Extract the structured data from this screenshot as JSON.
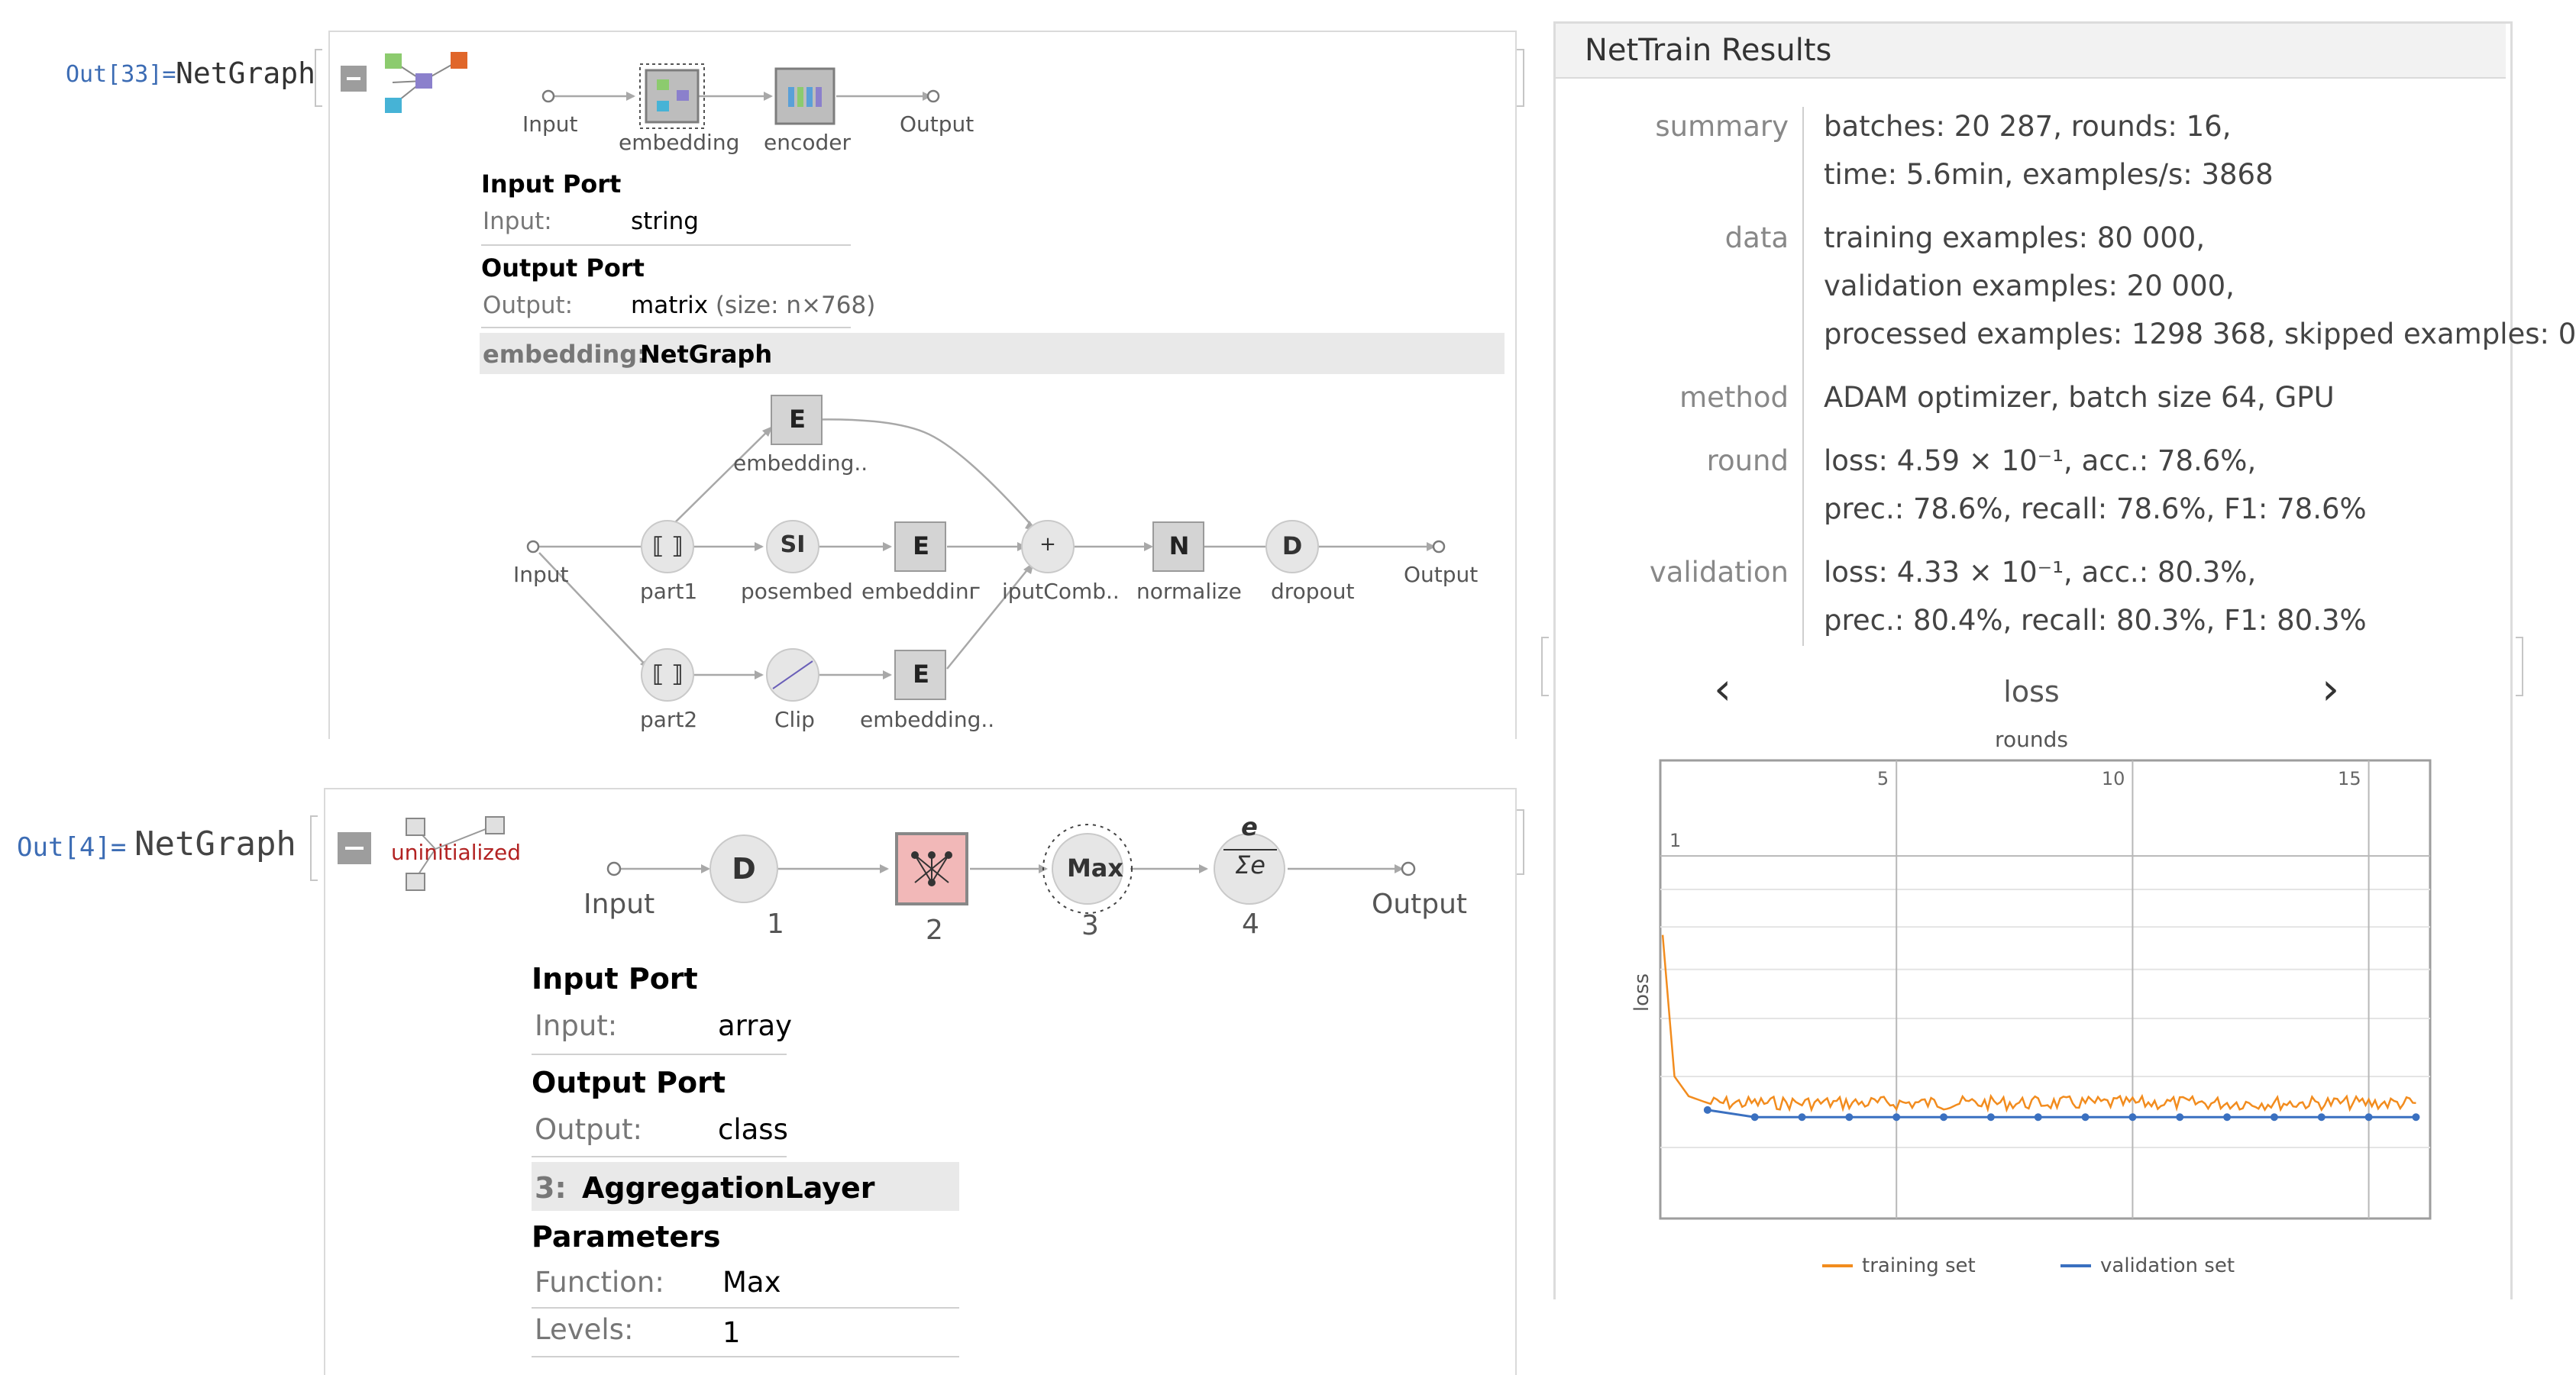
{
  "top_out": {
    "label": "Out[33]=",
    "head": "NetGraph",
    "minus": "−",
    "chain": {
      "input": "Input",
      "n1": "embedding",
      "n2": "encoder",
      "output": "Output"
    },
    "input_port_title": "Input Port",
    "input_key": "Input:",
    "input_val": "string",
    "output_port_title": "Output Port",
    "output_key": "Output:",
    "output_val": "matrix",
    "output_size": "(size: n×768)",
    "selected_prefix": "embedding:",
    "selected_name": "NetGraph",
    "sub": {
      "input": "Input",
      "output": "Output",
      "part1_label": "part1",
      "part1_glyph": "⟦ ⟧",
      "posembed_label": "posembed",
      "posembed_glyph": "SI",
      "emb_mid_label": "embeddinᴦ",
      "emb_mid_glyph": "E",
      "emb_top_label": "embedding..",
      "emb_top_glyph": "E",
      "combine_label": "iputComb..",
      "combine_glyph": "+",
      "normalize_label": "normalize",
      "normalize_glyph": "N",
      "dropout_label": "dropout",
      "dropout_glyph": "D",
      "part2_label": "part2",
      "part2_glyph": "⟦ ⟧",
      "clip_label": "Clip",
      "emb_bot_label": "embedding..",
      "emb_bot_glyph": "E"
    }
  },
  "bottom_out": {
    "label": "Out[4]=",
    "head": "NetGraph",
    "minus": "−",
    "icon_status": "uninitialized",
    "chain": {
      "input": "Input",
      "output": "Output",
      "n1_glyph": "D",
      "n1_index": "1",
      "n2_index": "2",
      "n3_glyph": "Max",
      "n3_index": "3",
      "n4_glyph_top": "e",
      "n4_glyph_bot": "Σe",
      "n4_index": "4"
    },
    "input_port_title": "Input Port",
    "input_key": "Input:",
    "input_val": "array",
    "output_port_title": "Output Port",
    "output_key": "Output:",
    "output_val": "class",
    "selected_prefix": "3:",
    "selected_name": "AggregationLayer",
    "params_title": "Parameters",
    "function_key": "Function:",
    "function_val": "Max",
    "levels_key": "Levels:",
    "levels_val": "1"
  },
  "results": {
    "title": "NetTrain Results",
    "rows": [
      {
        "key": "summary",
        "lines": [
          "batches: 20 287, rounds: 16,",
          "time: 5.6min, examples/s: 3868"
        ]
      },
      {
        "key": "data",
        "lines": [
          "training examples: 80 000,",
          "validation examples: 20 000,",
          "processed examples: 1298 368, skipped examples: 0"
        ]
      },
      {
        "key": "method",
        "lines": [
          "ADAM optimizer, batch size 64, GPU"
        ]
      },
      {
        "key": "round",
        "lines": [
          "loss: 4.59 × 10⁻¹, acc.: 78.6%,",
          "prec.: 78.6%, recall: 78.6%, F1: 78.6%"
        ]
      },
      {
        "key": "validation",
        "lines": [
          "loss: 4.33 × 10⁻¹, acc.: 80.3%,",
          "prec.: 80.4%, recall: 80.3%, F1: 80.3%"
        ]
      }
    ],
    "nav_prev": "‹",
    "nav_next": "›",
    "plot_title": "loss",
    "x_axis_label": "rounds",
    "y_axis_label": "loss",
    "x_ticks": [
      "5",
      "10",
      "15"
    ],
    "y_tick": "1",
    "legend_train": "training set",
    "legend_valid": "validation set"
  },
  "chart_data": {
    "type": "line",
    "title": "loss",
    "xlabel": "rounds",
    "ylabel": "loss",
    "xlim": [
      0,
      16.3
    ],
    "x_ticks": [
      5,
      10,
      15
    ],
    "y_ticks": [
      1
    ],
    "log_y": true,
    "grid": true,
    "legend_position": "bottom",
    "series": [
      {
        "name": "training set",
        "color": "#f28c1e",
        "x": [
          0.05,
          0.3,
          0.6,
          1,
          2,
          3,
          4,
          5,
          6,
          7,
          8,
          9,
          10,
          11,
          12,
          13,
          14,
          15,
          16
        ],
        "y": [
          0.78,
          0.5,
          0.47,
          0.46,
          0.46,
          0.46,
          0.46,
          0.46,
          0.46,
          0.46,
          0.46,
          0.46,
          0.46,
          0.46,
          0.46,
          0.46,
          0.46,
          0.46,
          0.46
        ]
      },
      {
        "name": "validation set",
        "color": "#3a70c0",
        "x": [
          1,
          2,
          3,
          4,
          5,
          6,
          7,
          8,
          9,
          10,
          11,
          12,
          13,
          14,
          15,
          16
        ],
        "y": [
          0.45,
          0.44,
          0.44,
          0.44,
          0.44,
          0.44,
          0.44,
          0.44,
          0.44,
          0.44,
          0.44,
          0.44,
          0.44,
          0.44,
          0.44,
          0.44
        ]
      }
    ]
  }
}
